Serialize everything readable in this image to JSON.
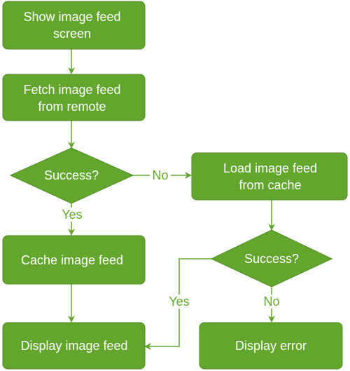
{
  "colors": {
    "fill": "#63a62d",
    "stroke": "#4d8a21",
    "line": "#63a62d",
    "node_text": "#ffffff",
    "label_text": "#5fa82a",
    "background": "#ffffff"
  },
  "nodes": {
    "show_feed": {
      "line1": "Show image feed",
      "line2": "screen"
    },
    "fetch_remote": {
      "line1": "Fetch image feed",
      "line2": "from remote"
    },
    "success1": {
      "label": "Success?"
    },
    "load_cache": {
      "line1": "Load image feed",
      "line2": "from cache"
    },
    "success2": {
      "label": "Success?"
    },
    "cache_feed": {
      "label": "Cache image feed"
    },
    "display_feed": {
      "label": "Display image feed"
    },
    "display_error": {
      "label": "Display error"
    }
  },
  "edges": {
    "no1": "No",
    "yes1": "Yes",
    "yes2": "Yes",
    "no2": "No"
  }
}
